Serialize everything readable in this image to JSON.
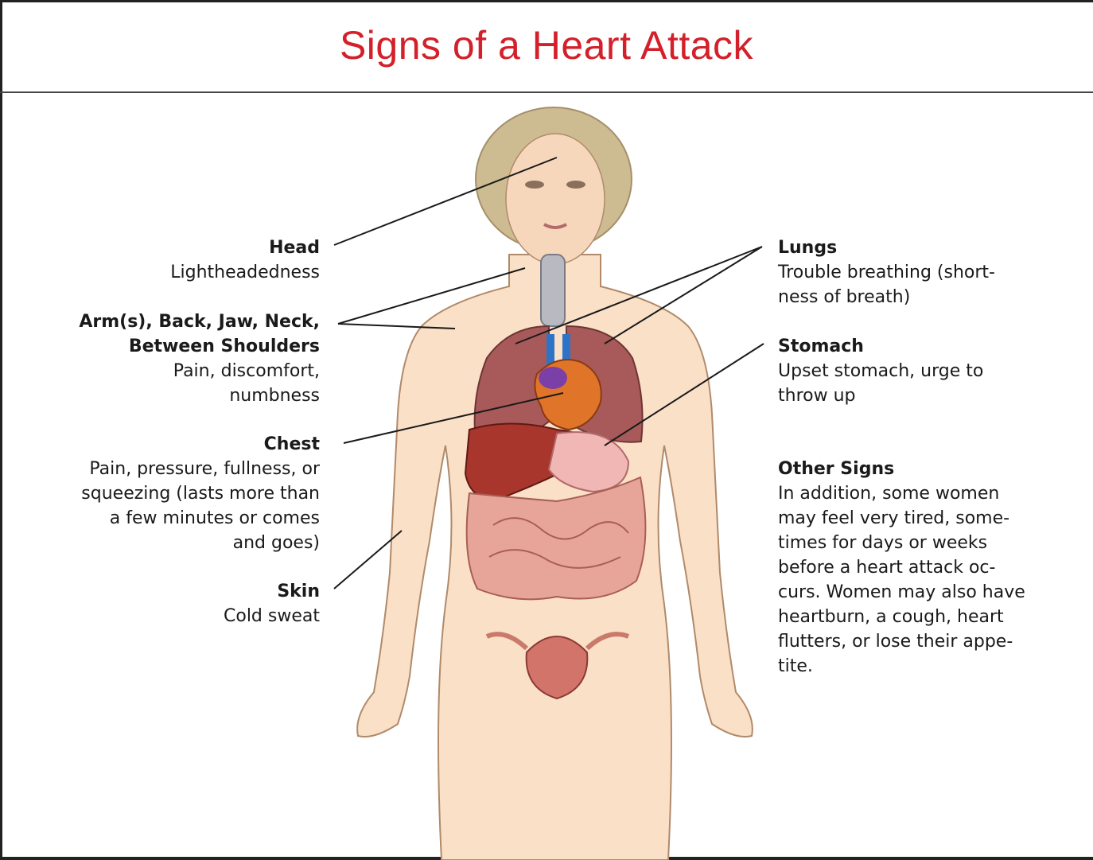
{
  "title": "Signs of a Heart Attack",
  "colors": {
    "title": "#d3202a",
    "skin": "#fbe0c8",
    "outline": "#b08a6a",
    "hair": "#cdbb92"
  },
  "labels": {
    "head": {
      "heading": "Head",
      "body": [
        "Lightheadedness"
      ]
    },
    "arms": {
      "heading": [
        "Arm(s), Back, Jaw, Neck,",
        "Between Shoulders"
      ],
      "body": [
        "Pain, discomfort,",
        "numbness"
      ]
    },
    "chest": {
      "heading": "Chest",
      "body": [
        "Pain, pressure, fullness, or",
        "squeezing (lasts more than",
        "a few minutes or comes",
        "and goes)"
      ]
    },
    "skin": {
      "heading": "Skin",
      "body": [
        "Cold sweat"
      ]
    },
    "lungs": {
      "heading": "Lungs",
      "body": [
        "Trouble breathing (short-",
        "ness of breath)"
      ]
    },
    "stomach": {
      "heading": "Stomach",
      "body": [
        "Upset stomach, urge to",
        "throw up"
      ]
    },
    "other": {
      "heading": "Other Signs",
      "body": [
        "In addition, some women",
        "may feel very tired, some-",
        "times for days or weeks",
        "before a heart attack oc-",
        "curs. Women may also have",
        "heartburn, a cough, heart",
        "flutters, or lose their appe-",
        "tite."
      ]
    }
  }
}
